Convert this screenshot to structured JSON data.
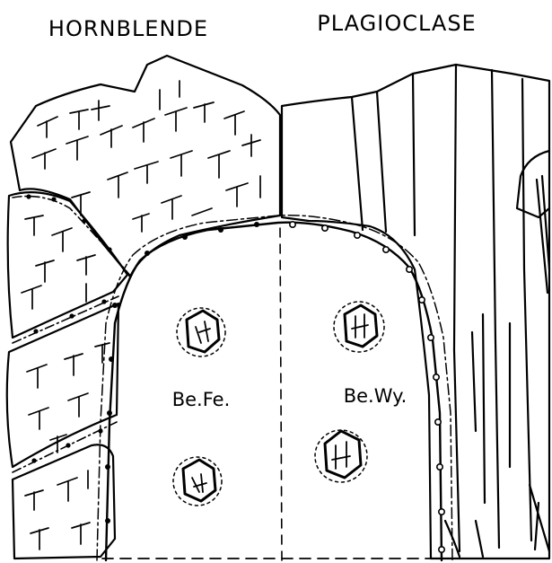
{
  "labels": {
    "left_mineral": "HORNBLENDE",
    "right_mineral": "PLAGIOCLASE",
    "left_domain": "Be.Fe.",
    "right_domain": "Be.Wy."
  },
  "colors": {
    "ink": "#000000",
    "paper": "#ffffff"
  }
}
